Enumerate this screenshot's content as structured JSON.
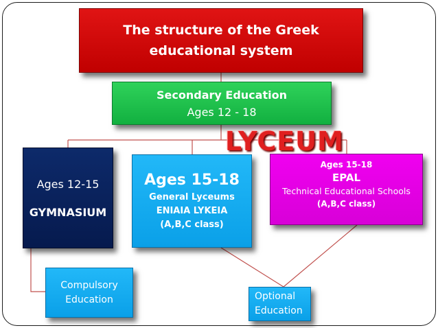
{
  "title": {
    "line1": "The structure of the Greek",
    "line2": "educational system"
  },
  "secondary": {
    "label": "Secondary Education",
    "ages": "Ages 12  - 18"
  },
  "lyceum_heading": "LYCEUM",
  "gymnasium": {
    "ages": "Ages 12-15",
    "name": "GYMNASIUM"
  },
  "general_lyceum": {
    "ages": "Ages 15-18",
    "line1": "General Lyceums",
    "line2": "ENIAIA LYKEIA",
    "line3": "(A,B,C class)"
  },
  "epal": {
    "ages": "Ages 15-18",
    "name": "EPAL",
    "desc": "Technical Educational Schools",
    "classes": "(A,B,C class)"
  },
  "compulsory": {
    "line1": "Compulsory",
    "line2": "Education"
  },
  "optional": {
    "line1": "Optional",
    "line2": "Education"
  },
  "colors": {
    "title_box": "#c00000",
    "secondary_box": "#12b040",
    "gymnasium_box": "#061a4e",
    "lyceum_box": "#0aa0e8",
    "epal_box": "#d800d8",
    "lyceum_word": "#e02020",
    "connector_line": "#c0504d"
  }
}
